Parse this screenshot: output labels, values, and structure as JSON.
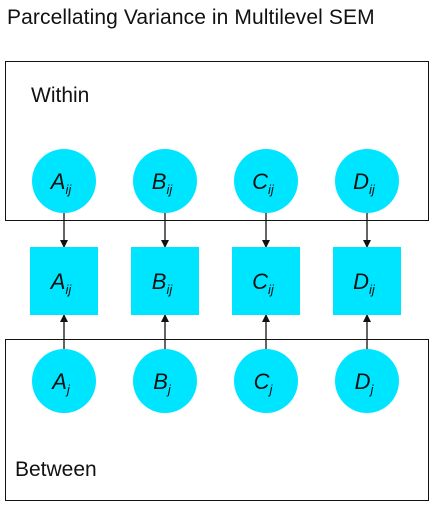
{
  "title": "Parcellating Variance in Multilevel SEM",
  "levels": {
    "within": {
      "label": "Within"
    },
    "between": {
      "label": "Between"
    }
  },
  "colors": {
    "node_fill": "#00e5ff",
    "stroke": "#111111",
    "text": "#111111"
  },
  "nodes": {
    "within_latents": [
      {
        "letter": "A",
        "sub": "ij"
      },
      {
        "letter": "B",
        "sub": "ij"
      },
      {
        "letter": "C",
        "sub": "ij"
      },
      {
        "letter": "D",
        "sub": "ij"
      }
    ],
    "observed": [
      {
        "letter": "A",
        "sub": "ij"
      },
      {
        "letter": "B",
        "sub": "ij"
      },
      {
        "letter": "C",
        "sub": "ij"
      },
      {
        "letter": "D",
        "sub": "ij"
      }
    ],
    "between_latents": [
      {
        "letter": "A",
        "sub": "j"
      },
      {
        "letter": "B",
        "sub": "j"
      },
      {
        "letter": "C",
        "sub": "j"
      },
      {
        "letter": "D",
        "sub": "j"
      }
    ]
  }
}
